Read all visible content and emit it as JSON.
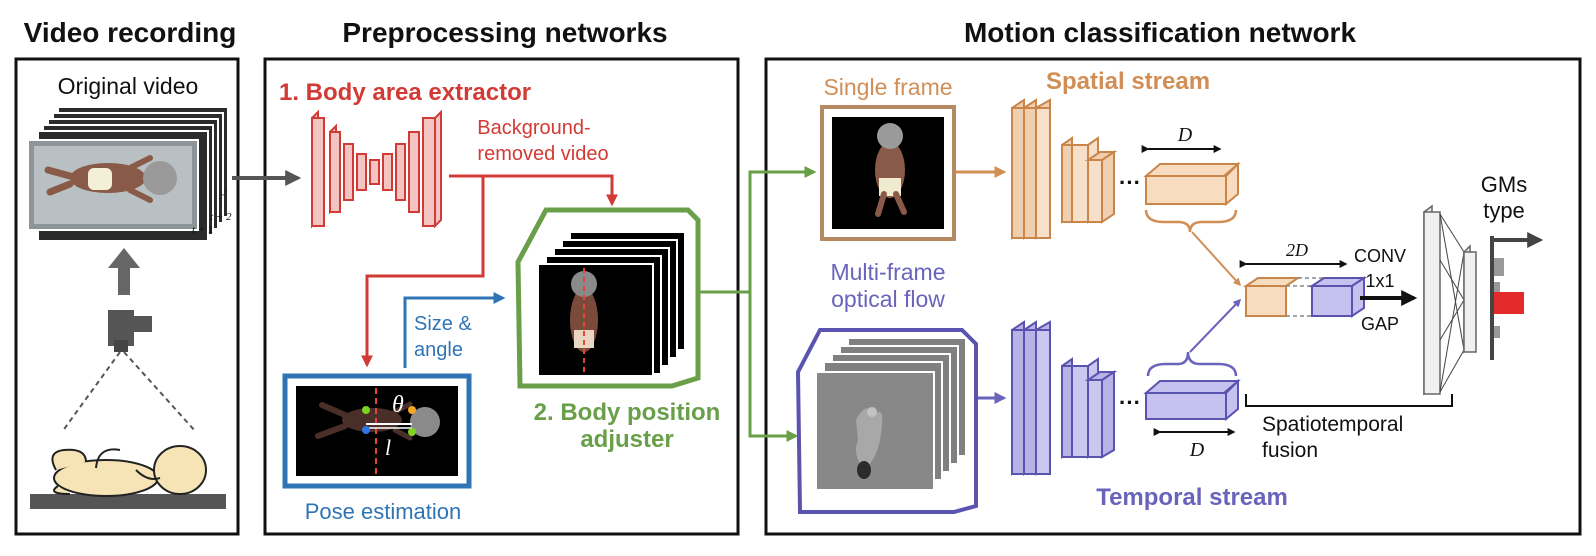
{
  "headers": {
    "video_recording": "Video recording",
    "preprocessing": "Preprocessing networks",
    "motion_classification": "Motion classification network"
  },
  "recording": {
    "original_video": "Original video",
    "t_plus_1": "t + 1",
    "t_plus_2": "t + 2"
  },
  "preprocessing": {
    "extractor_label": "1. Body area extractor",
    "bg_removed_line1": "Background-",
    "bg_removed_line2": "removed video",
    "size_angle_line1": "Size &",
    "size_angle_line2": "angle",
    "theta": "θ",
    "l": "l",
    "pose_estimation": "Pose estimation",
    "adjuster_line1": "2. Body position",
    "adjuster_line2": "adjuster"
  },
  "classification": {
    "single_frame": "Single frame",
    "spatial_stream": "Spatial stream",
    "multi_frame_line1": "Multi-frame",
    "multi_frame_line2": "optical flow",
    "temporal_stream": "Temporal stream",
    "d_top": "D",
    "d_bottom": "D",
    "two_d": "2D",
    "dots_top": "···",
    "dots_bottom": "···",
    "conv_line1": "CONV",
    "conv_line2": "1x1",
    "gap": "GAP",
    "fusion_line1": "Spatiotemporal",
    "fusion_line2": "fusion",
    "gms_line1": "GMs",
    "gms_line2": "type"
  },
  "colors": {
    "red": "#d23a35",
    "green": "#6a9f4a",
    "blue": "#2f74b5",
    "orange": "#d18e55",
    "purple": "#6a63bc",
    "gray": "#5f5f5f"
  }
}
